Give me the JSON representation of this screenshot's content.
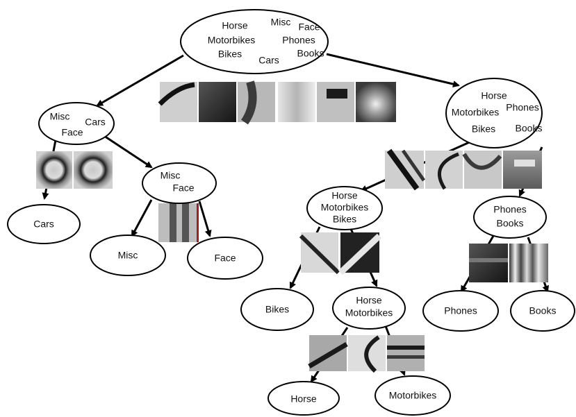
{
  "tree": {
    "root": {
      "words": [
        "Horse",
        "Misc",
        "Face",
        "Motorbikes",
        "Phones",
        "Bikes",
        "Books",
        "Cars"
      ]
    },
    "nodes": {
      "left_mid": {
        "words": [
          "Misc",
          "Cars",
          "Face"
        ]
      },
      "cars_leaf": {
        "words": [
          "Cars"
        ]
      },
      "misc_face": {
        "words": [
          "Misc",
          "Face"
        ]
      },
      "misc_leaf": {
        "words": [
          "Misc"
        ]
      },
      "face_leaf": {
        "words": [
          "Face"
        ]
      },
      "right_mid": {
        "words": [
          "Horse",
          "Motorbikes",
          "Phones",
          "Bikes",
          "Books"
        ]
      },
      "hmb": {
        "words": [
          "Horse",
          "Motorbikes",
          "Bikes"
        ]
      },
      "phones_books": {
        "words": [
          "Phones",
          "Books"
        ]
      },
      "bikes_leaf": {
        "words": [
          "Bikes"
        ]
      },
      "horse_motorbikes": {
        "words": [
          "Horse",
          "Motorbikes"
        ]
      },
      "phones_leaf": {
        "words": [
          "Phones"
        ]
      },
      "books_leaf": {
        "words": [
          "Books"
        ]
      },
      "horse_leaf": {
        "words": [
          "Horse"
        ]
      },
      "motorbikes_leaf": {
        "words": [
          "Motorbikes"
        ]
      }
    }
  },
  "colors": {
    "stroke": "#000000",
    "patch_dark": "#2a2a2a",
    "patch_light": "#d8d8d8"
  }
}
